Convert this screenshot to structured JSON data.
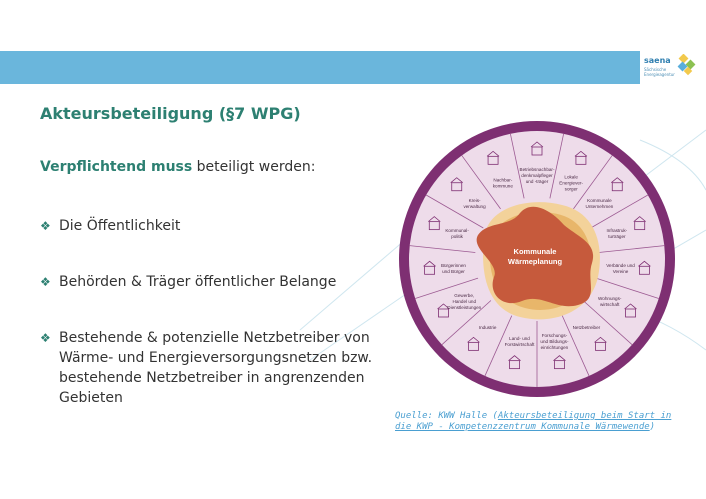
{
  "slide": {
    "title": "Akteursbeteiligung (§7 WPG)",
    "intro_bold": "Verpflichtend muss",
    "intro_rest": " beteiligt werden:",
    "bullets": [
      {
        "lines": [
          "Die Öffentlichkeit"
        ]
      },
      {
        "lines": [
          "Behörden & Träger öffentlicher Belange"
        ]
      },
      {
        "lines": [
          "Bestehende & potenzielle Netzbetreiber von",
          "Wärme- und Energieversorgungsnetzen bzw.",
          "bestehende Netzbetreiber in angrenzenden",
          "Gebieten"
        ]
      }
    ],
    "bullet_icon": "diamond-bullet-icon"
  },
  "logo": {
    "name": "saena",
    "tagline": [
      "Sächsische",
      "Energieagentur"
    ]
  },
  "wheel": {
    "center_lines": [
      "Kommunale",
      "Wärmeplanung"
    ],
    "segments": [
      {
        "lines": [
          "Betriebsnachbar-",
          "denkmalpfleger",
          "und -träger"
        ],
        "icon": "buildings-icon"
      },
      {
        "lines": [
          "Lokale",
          "Energiever-",
          "sorger"
        ],
        "icon": "power-pylon-icon"
      },
      {
        "lines": [
          "Kommunale",
          "Unternehmen"
        ],
        "icon": "office-building-icon"
      },
      {
        "lines": [
          "Infrastruk-",
          "turträger"
        ],
        "icon": "network-icon"
      },
      {
        "lines": [
          "Verbände und",
          "Vereine"
        ],
        "icon": "people-circle-icon"
      },
      {
        "lines": [
          "Wohnungs-",
          "wirtschaft"
        ],
        "icon": "house-icon"
      },
      {
        "lines": [
          "Netzbetreiber"
        ],
        "icon": "grid-icon"
      },
      {
        "lines": [
          "Forschungs-",
          "und Bildungs-",
          "einrichtungen"
        ],
        "icon": "graduation-icon"
      },
      {
        "lines": [
          "Land- und",
          "Forstwirtschaft"
        ],
        "icon": "tree-icon"
      },
      {
        "lines": [
          "Industrie"
        ],
        "icon": "factory-icon"
      },
      {
        "lines": [
          "Gewerbe,",
          "Handel und",
          "Dienstleistungen"
        ],
        "icon": "shop-icon"
      },
      {
        "lines": [
          "Bürgerinnen",
          "und Bürger"
        ],
        "icon": "persons-icon"
      },
      {
        "lines": [
          "Kommunal-",
          "politik"
        ],
        "icon": "town-hall-icon"
      },
      {
        "lines": [
          "Kreis-",
          "verwaltung"
        ],
        "icon": "map-pin-icon"
      },
      {
        "lines": [
          "Nachbar-",
          "kommune"
        ],
        "icon": "village-icon"
      }
    ],
    "colors": {
      "ring": "#7e2f72",
      "segment_fill": "#eedcea",
      "segment_line": "#9c5a92",
      "sand": "#e8b66a",
      "sand_light": "#f3d29a",
      "core": "#c65a3c"
    }
  },
  "source": {
    "prefix": "Quelle: KWW Halle (",
    "link_text": "Akteursbeteiligung beim Start in die KWP - Kompetenzzentrum Kommunale Wärmewende",
    "suffix": ")"
  },
  "colors": {
    "band": "#6ab6dc",
    "title": "#2d8072",
    "text": "#333333",
    "link": "#4a9fd1"
  }
}
